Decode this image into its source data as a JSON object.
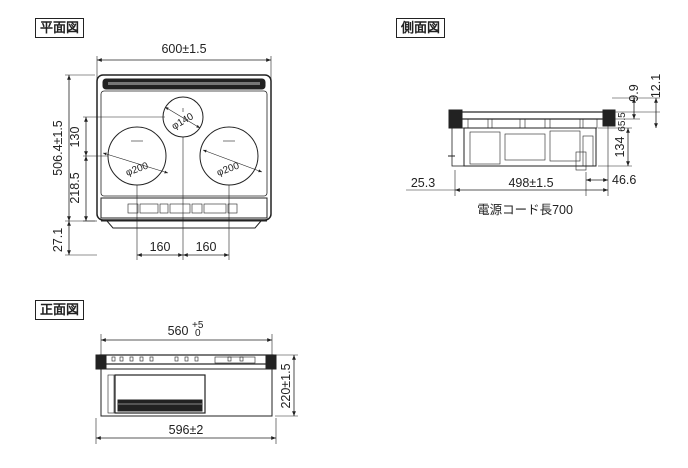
{
  "views": {
    "plan": "平面図",
    "side": "側面図",
    "front": "正面図"
  },
  "plan": {
    "width": "600±1.5",
    "depth": "506.4±1.5",
    "front_gap": "27.1",
    "burner_spacing_v1": "130",
    "burner_spacing_v2": "218.5",
    "burner_left_offset": "160",
    "burner_right_offset": "160",
    "burner_small": "φ140",
    "burner_left": "φ200",
    "burner_right": "φ200"
  },
  "side": {
    "depth": "498±1.5",
    "front_offset": "25.3",
    "rear_offset": "46.6",
    "top_thickness": "9.9",
    "top_total": "12.1",
    "rim": "65.5",
    "body_height": "134",
    "cord_note": "電源コード長700"
  },
  "front": {
    "cutout_width": "560",
    "cutout_tol_plus": "+5",
    "cutout_tol_minus": "0",
    "overall_width": "596±2",
    "height": "220±1.5"
  }
}
